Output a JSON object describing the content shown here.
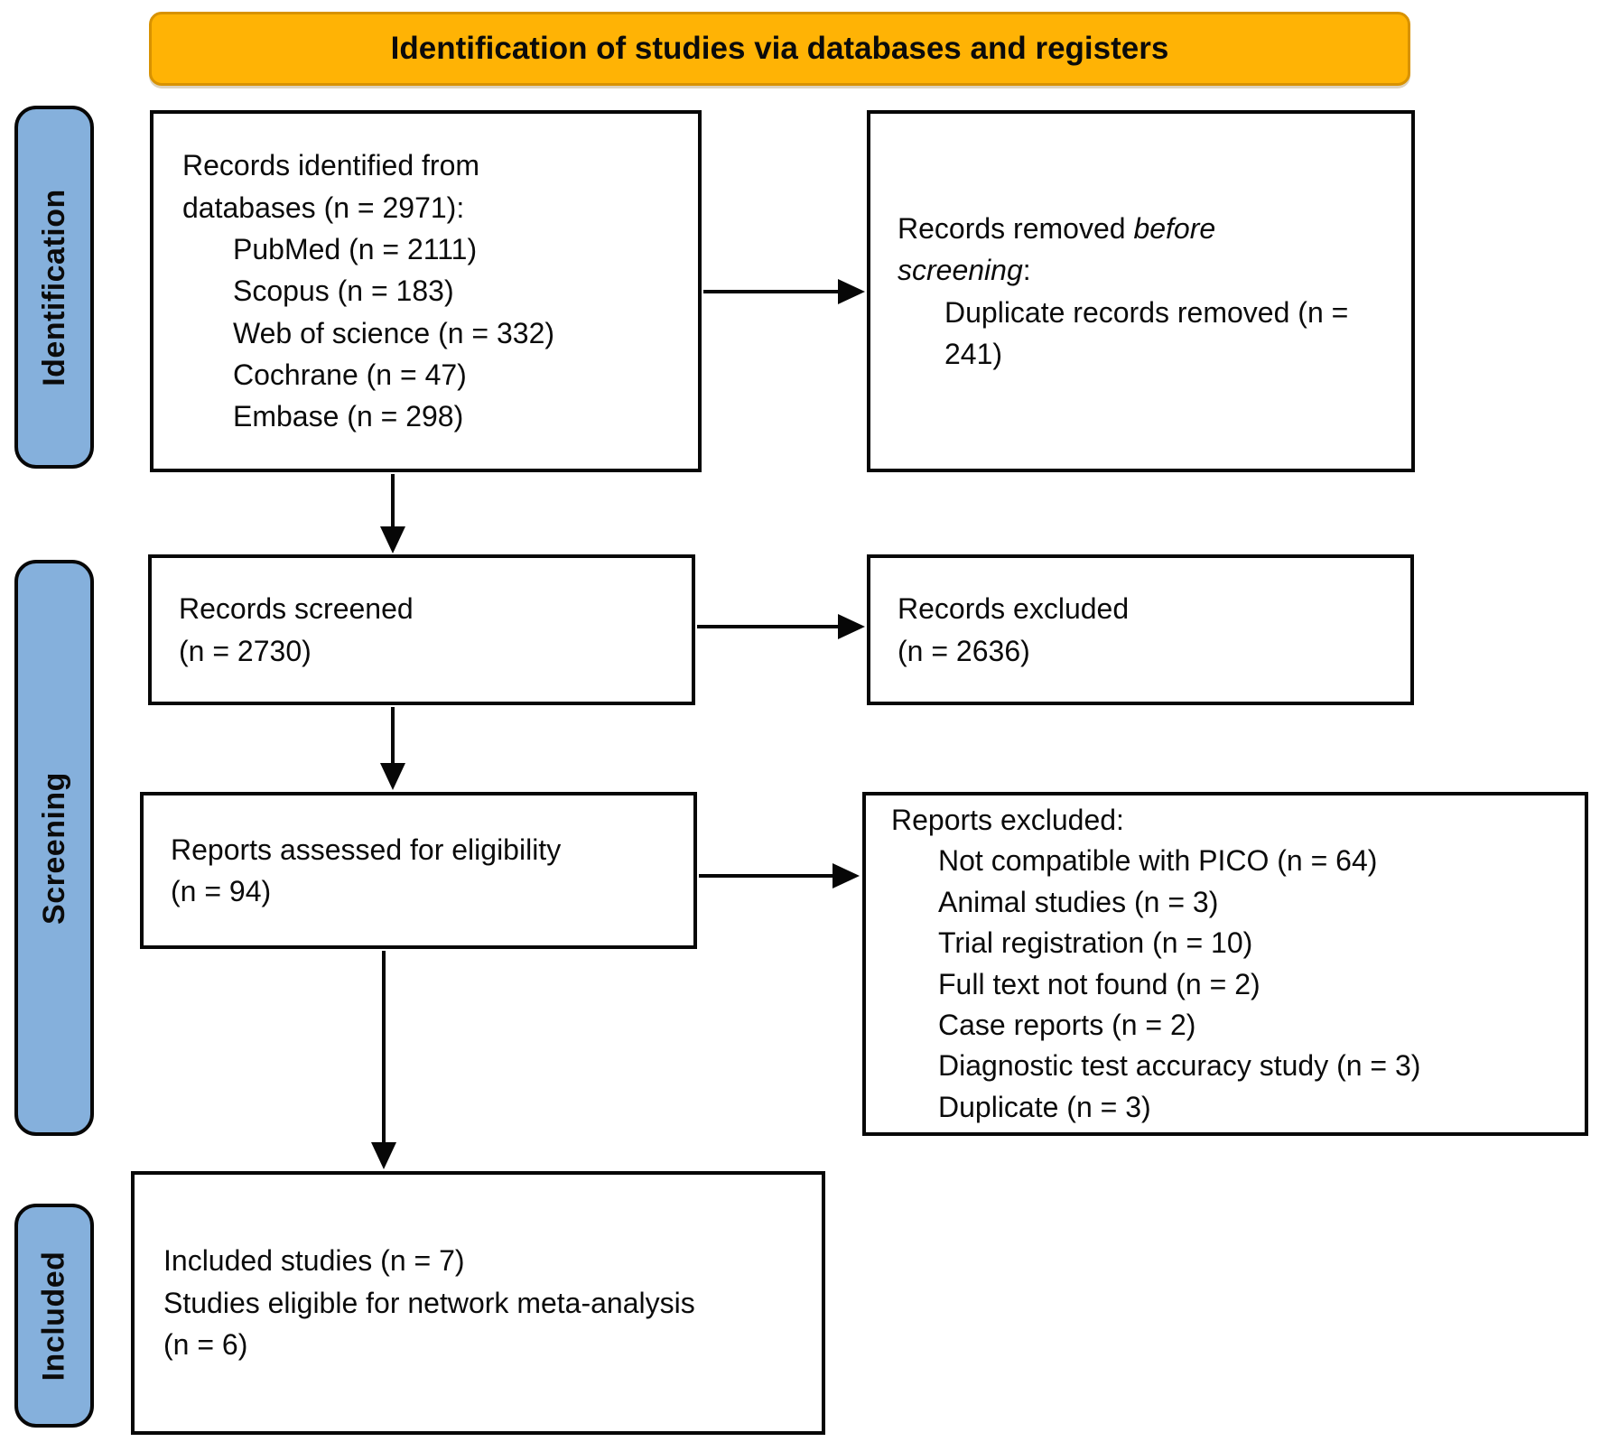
{
  "banner": {
    "title": "Identification of studies via databases and registers"
  },
  "stages": {
    "identification": "Identification",
    "screening": "Screening",
    "included": "Included"
  },
  "boxes": {
    "records_identified": {
      "line1": "Records identified from",
      "line2": "databases (n = 2971):",
      "items": [
        "PubMed (n = 2111)",
        "Scopus (n = 183)",
        "Web of science (n = 332)",
        "Cochrane (n = 47)",
        "Embase (n = 298)"
      ]
    },
    "records_removed": {
      "line1_normal": "Records removed ",
      "line1_italic": "before",
      "line2_italic": "screening",
      "line2_normal": ":",
      "item": "Duplicate records removed (n = 241)"
    },
    "records_screened": {
      "line1": "Records screened",
      "line2": "(n = 2730)"
    },
    "records_excluded": {
      "line1": "Records excluded",
      "line2": "(n = 2636)"
    },
    "reports_assessed": {
      "line1": "Reports assessed for eligibility",
      "line2": "(n = 94)"
    },
    "reports_excluded": {
      "header": "Reports excluded:",
      "items": [
        "Not compatible with PICO (n = 64)",
        "Animal studies (n = 3)",
        "Trial registration (n = 10)",
        "Full text not found (n = 2)",
        "Case reports (n = 2)",
        "Diagnostic test accuracy study (n = 3)",
        "Duplicate (n = 3)"
      ]
    },
    "included_studies": {
      "lines": [
        "Included studies (n = 7)",
        "Studies eligible for network meta-analysis",
        "(n = 6)"
      ]
    }
  },
  "colors": {
    "banner_bg": "#FFB305",
    "banner_border": "#D89200",
    "stage_tab_bg": "#85B0DC",
    "box_border": "#070707",
    "arrow": "#070707"
  }
}
